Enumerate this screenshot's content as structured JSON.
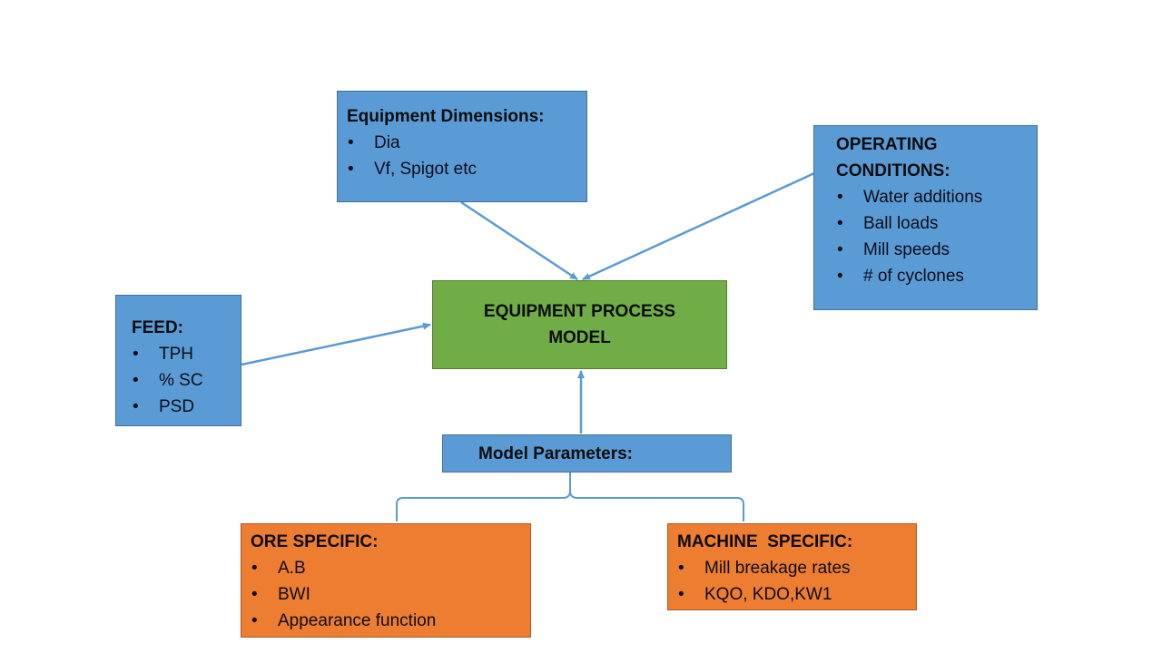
{
  "diagram": {
    "equipment_dimensions": {
      "title": "Equipment Dimensions:",
      "items": [
        "Dia",
        "Vf, Spigot etc"
      ]
    },
    "operating_conditions": {
      "title_line1": "OPERATING",
      "title_line2": "CONDITIONS:",
      "items": [
        "Water additions",
        "Ball loads",
        "Mill speeds",
        "# of cyclones"
      ]
    },
    "feed": {
      "title": "FEED:",
      "items": [
        "TPH",
        "% SC",
        "PSD"
      ]
    },
    "process_model": {
      "line1": "EQUIPMENT PROCESS",
      "line2": "MODEL"
    },
    "model_parameters": {
      "title": "Model Parameters:"
    },
    "ore_specific": {
      "title": "ORE SPECIFIC:",
      "items": [
        "A.B",
        "BWI",
        "Appearance function"
      ]
    },
    "machine_specific": {
      "title": "MACHINE  SPECIFIC:",
      "items": [
        "Mill breakage rates",
        "KQO, KDO,KW1"
      ]
    },
    "bullet": "•",
    "colors": {
      "input_box": "#5b9bd5",
      "model_box": "#70ad47",
      "parameter_box": "#ed7d31",
      "connector": "#5b9bd5"
    }
  }
}
